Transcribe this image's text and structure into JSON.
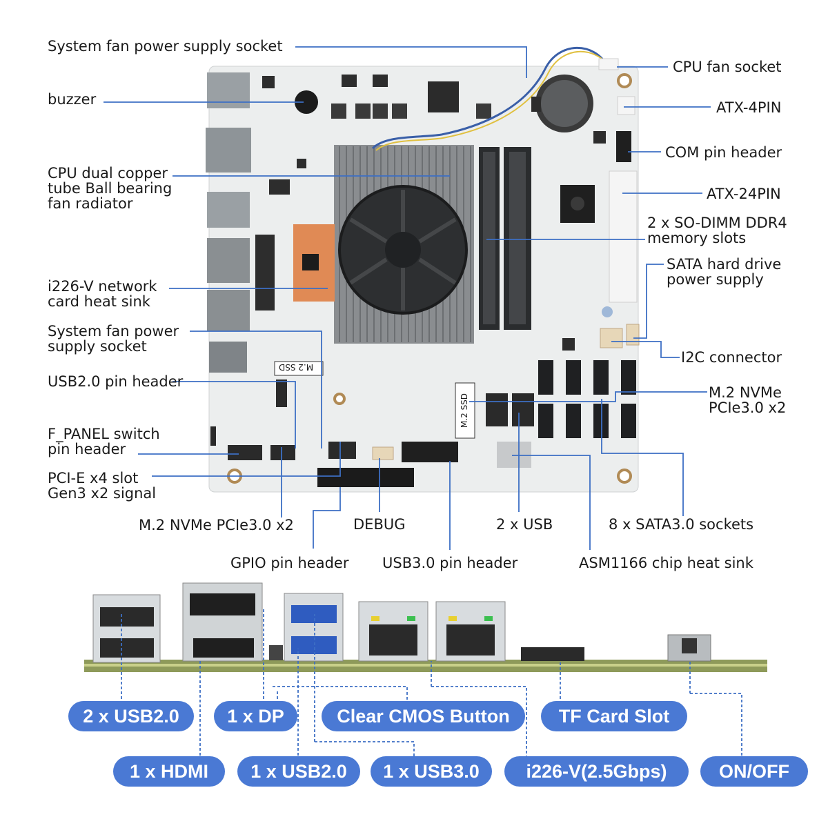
{
  "callouts": {
    "sys_fan_top": "System fan power supply socket",
    "buzzer": "buzzer",
    "cpu_radiator": "CPU dual copper\ntube Ball bearing\nfan radiator",
    "network_heatsink": "i226-V network\ncard heat sink",
    "sys_fan_mid": "System fan power\nsupply socket",
    "usb2_header": "USB2.0 pin header",
    "fpanel": "F_PANEL switch\npin header",
    "pcie_slot": "PCI-E x4 slot\nGen3 x2 signal",
    "cpu_fan": "CPU fan socket",
    "atx4": "ATX-4PIN",
    "com_header": "COM pin header",
    "atx24": "ATX-24PIN",
    "sodimm": "2 x SO-DIMM DDR4\nmemory slots",
    "sata_power": "SATA hard drive\npower supply",
    "i2c": "I2C connector",
    "m2_nvme_right": "M.2 NVMe\nPCIe3.0 x2",
    "m2_nvme_bottom": "M.2 NVMe PCIe3.0 x2",
    "debug": "DEBUG",
    "usb_2x": "2 x USB",
    "sata_sockets": "8 x SATA3.0 sockets",
    "gpio": "GPIO pin header",
    "usb3_header": "USB3.0 pin header",
    "asm_heatsink": "ASM1166 chip heat sink"
  },
  "board_text": {
    "m2_ssd_label_1": "M.2 SSD",
    "m2_ssd_label_2": "M.2 SSD"
  },
  "io_pills": {
    "usb20_2x": "2 x USB2.0",
    "dp": "1 x DP",
    "clear_cmos": "Clear CMOS Button",
    "tf_card": "TF Card Slot",
    "hdmi": "1 x HDMI",
    "usb20_1x": "1 x USB2.0",
    "usb30_1x": "1 x USB3.0",
    "i226v": "i226-V(2.5Gbps)",
    "onoff": "ON/OFF"
  },
  "colors": {
    "pill_bg": "#4a79d4",
    "leader_line": "#3d6fc4",
    "board": "#eceeee",
    "heatsink": "#8a8d90",
    "copper": "#e08a55"
  }
}
